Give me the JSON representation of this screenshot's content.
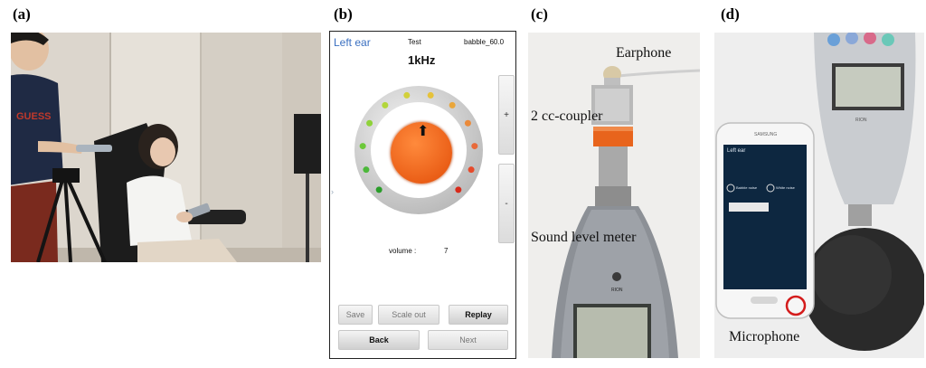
{
  "labels": {
    "a": "(a)",
    "b": "(b)",
    "c": "(c)",
    "d": "(d)"
  },
  "app": {
    "ear": "Left ear",
    "test": "Test",
    "noise": "babble_60.0",
    "frequency": "1kHz",
    "volume_label": "volume :",
    "volume_value": "7",
    "plus": "+",
    "minus": "-",
    "buttons": {
      "save": "Save",
      "scale_out": "Scale out",
      "replay": "Replay",
      "back": "Back",
      "next": "Next"
    }
  },
  "panel_c": {
    "earphone": "Earphone",
    "coupler": "2 cc-coupler",
    "meter": "Sound level meter",
    "brand": "RION"
  },
  "panel_d": {
    "microphone": "Microphone",
    "phone_brand": "SAMSUNG",
    "phone_ear": "Left ear",
    "babble": "Babble noise",
    "white": "White noise",
    "meter_brand": "RION"
  }
}
